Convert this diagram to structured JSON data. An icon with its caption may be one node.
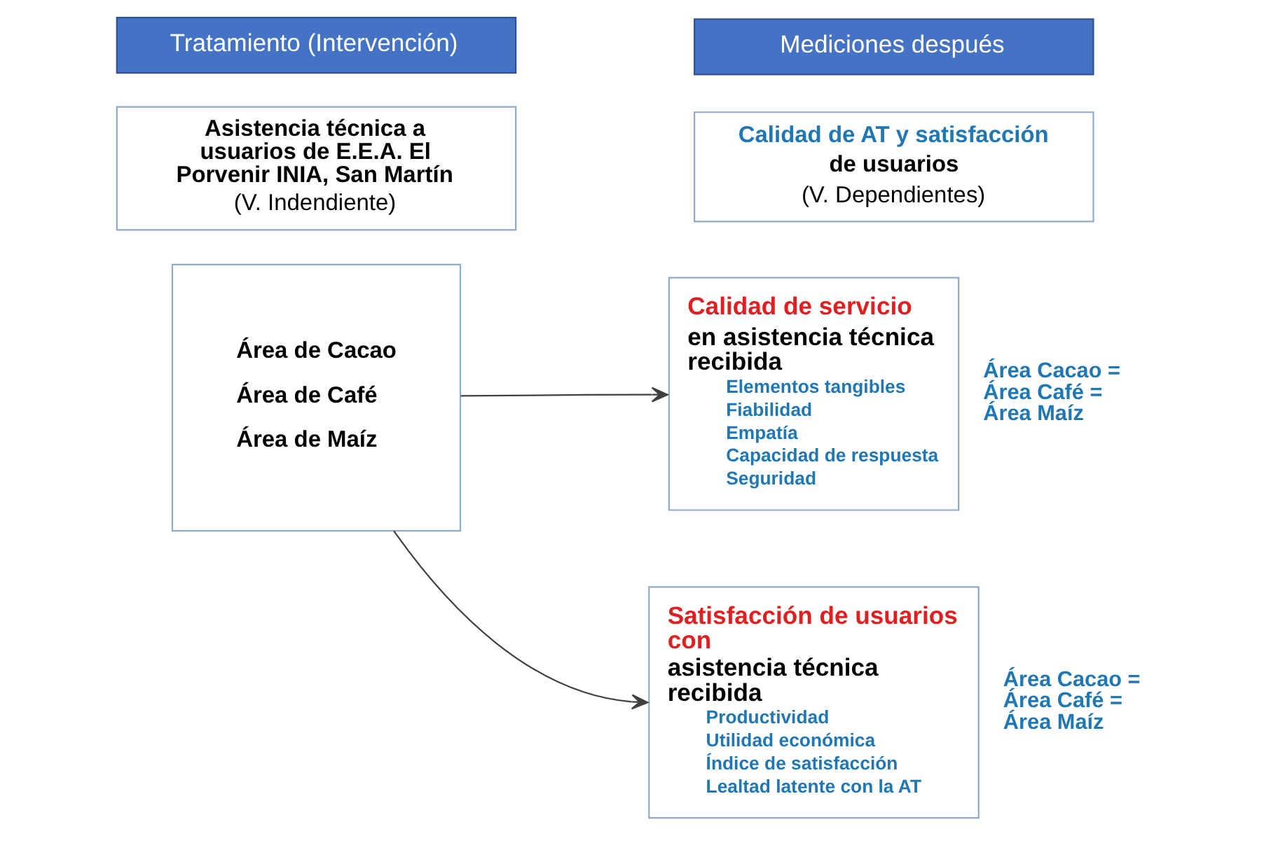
{
  "diagram": {
    "nodes": [
      {
        "text": [
          "Tratamiento (Intervención)"
        ]
      },
      {
        "text": [
          "Asistencia técnica a usuarios de E.E.A. El Porvenir INIA, San Martín",
          "(V. Indendiente)"
        ]
      },
      {
        "text": [
          "Mediciones después"
        ]
      },
      {
        "text": [
          "Calidad de AT y satisfacción",
          "de usuarios",
          "(V. Dependientes)"
        ]
      },
      {
        "text": [
          "Área de Cacao",
          "Área de Café",
          "Área de Maíz"
        ]
      },
      {
        "text": [
          "Calidad de servicio",
          "en asistencia técnica recibida",
          "Elementos tangibles",
          "Fiabilidad",
          "Empatía",
          "Capacidad de respuesta",
          "Seguridad"
        ],
        "beside": [
          "Área Cacao = Área Café = Área Maíz"
        ]
      },
      {
        "text": [
          "Satisfacción de usuarios con",
          "asistencia técnica recibida",
          "Productividad",
          "Utilidad económica",
          "Índice de satisfacción",
          "Lealtad latente con la AT"
        ],
        "beside": [
          "Área Cacao = Área Café = Área Maíz"
        ]
      }
    ],
    "edges": [
      {
        "from": 4,
        "to": 5,
        "arrow": "to"
      },
      {
        "from": 4,
        "to": 6,
        "arrow": "to"
      }
    ]
  }
}
